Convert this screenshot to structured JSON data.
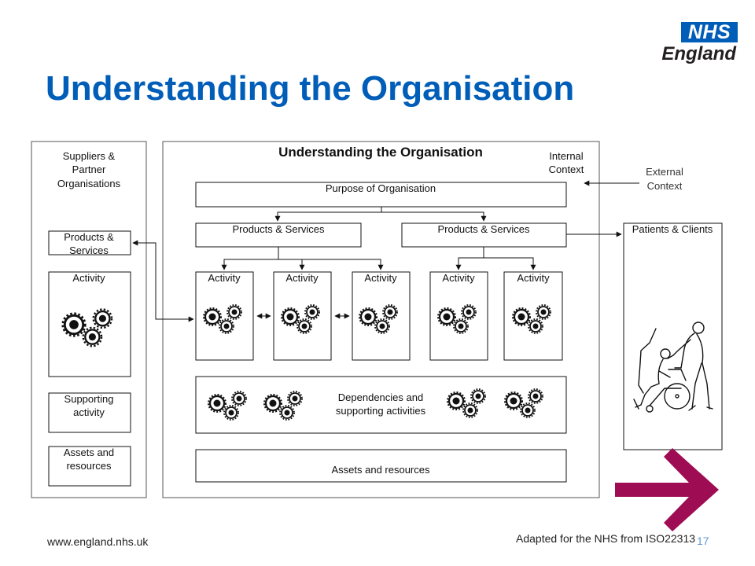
{
  "header": {
    "title": "Understanding the Organisation",
    "logo": {
      "badge": "NHS",
      "name": "England"
    }
  },
  "diagram": {
    "title": "Understanding the Organisation",
    "internal_context": [
      "Internal",
      "Context"
    ],
    "external_context": [
      "External",
      "Context"
    ],
    "suppliers": {
      "title": [
        "Suppliers &",
        "Partner",
        "Organisations"
      ],
      "products": [
        "Products &",
        "Services"
      ],
      "activity": "Activity",
      "supporting": [
        "Supporting",
        "activity"
      ],
      "assets": [
        "Assets and",
        "resources"
      ]
    },
    "purpose": "Purpose of Organisation",
    "products_left": "Products & Services",
    "products_right": "Products & Services",
    "activities": [
      "Activity",
      "Activity",
      "Activity",
      "Activity",
      "Activity"
    ],
    "dependencies": [
      "Dependencies and",
      "supporting activities"
    ],
    "assets": "Assets and resources",
    "patients": "Patients & Clients"
  },
  "footer": {
    "url": "www.england.nhs.uk",
    "credit": "Adapted for the NHS from ISO22313",
    "page": "17"
  },
  "colors": {
    "nhs_blue": "#005eb8",
    "arrow": "#9e0c54"
  }
}
